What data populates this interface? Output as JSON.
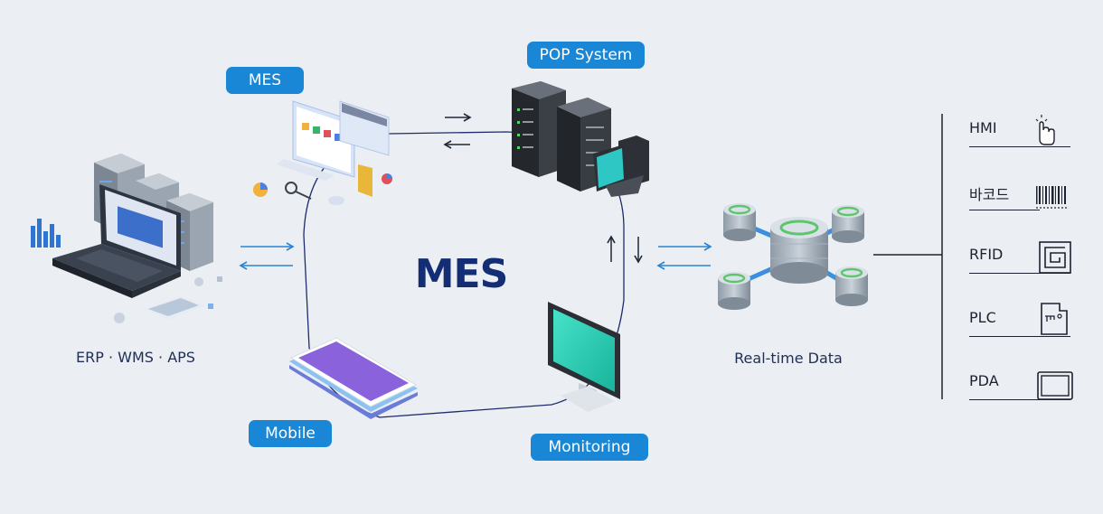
{
  "center": {
    "title": "MES"
  },
  "badges": {
    "mes": "MES",
    "pop": "POP System",
    "mobile": "Mobile",
    "monitoring": "Monitoring"
  },
  "captions": {
    "erp": "ERP · WMS · APS",
    "realtime": "Real-time Data"
  },
  "devices": [
    {
      "label": "HMI",
      "icon": "pointing-hand-icon"
    },
    {
      "label": "바코드",
      "icon": "barcode-icon"
    },
    {
      "label": "RFID",
      "icon": "rfid-icon"
    },
    {
      "label": "PLC",
      "icon": "plc-card-icon"
    },
    {
      "label": "PDA",
      "icon": "pda-icon"
    }
  ],
  "colors": {
    "background": "#ebeef2",
    "badge": "#1a86d6",
    "title": "#132e74",
    "loop_line": "#1e2c6e",
    "sync_arrows": "#2b84d1",
    "tablet_screen": "#8a63dc",
    "monitor_screen": "#2fd3b7",
    "db_ring": "#5dc66b"
  }
}
